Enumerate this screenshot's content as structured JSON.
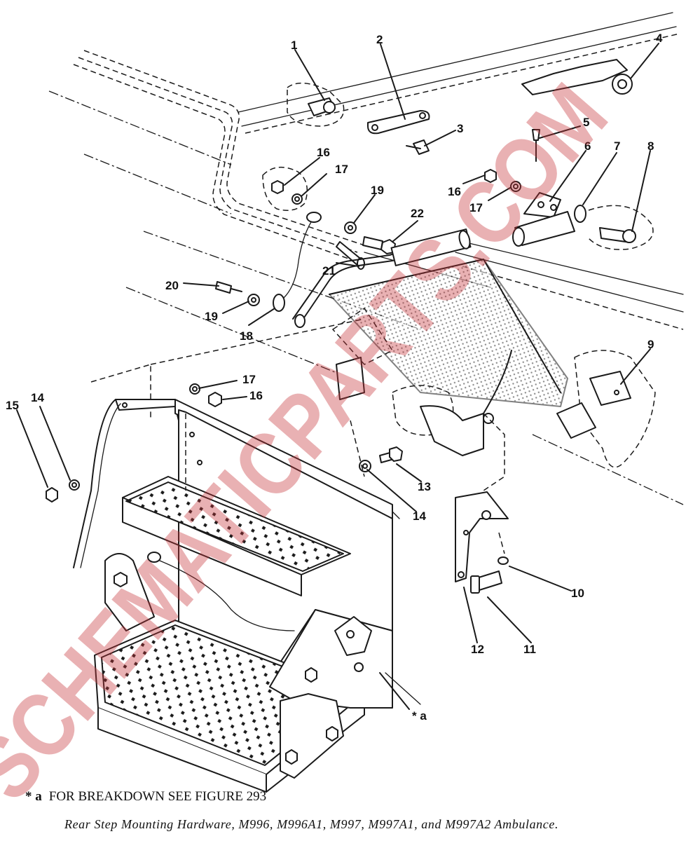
{
  "callouts": [
    "1",
    "2",
    "3",
    "4",
    "5",
    "6",
    "7",
    "8",
    "9",
    "10",
    "11",
    "12",
    "13",
    "14",
    "15",
    "16",
    "17",
    "18",
    "19",
    "20",
    "21",
    "22"
  ],
  "star_label": "* a",
  "footnote": {
    "marker": "* a",
    "text": "FOR BREAKDOWN SEE FIGURE  293"
  },
  "caption": "Rear Step Mounting Hardware, M996, M996A1, M997, M997A1, and M997A2 Ambulance.",
  "watermark": {
    "text": "SCHEMATICPARTS.COM",
    "color": "#c8353a"
  }
}
